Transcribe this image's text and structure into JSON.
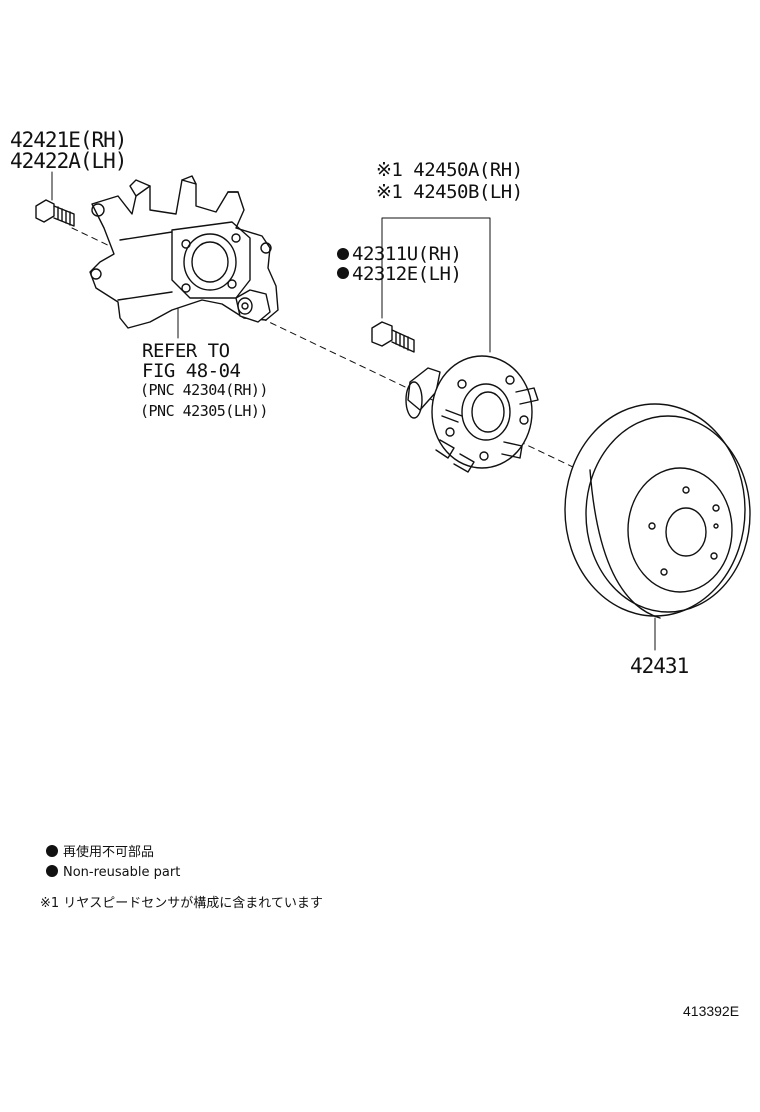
{
  "callouts": {
    "bolt_rh": "42421E(RH)",
    "bolt_lh": "42422A(LH)",
    "hub_rh": "※1 42450A(RH)",
    "hub_lh": "※1 42450B(LH)",
    "hub_bolt_rh": "42311U(RH)",
    "hub_bolt_lh": "42312E(LH)",
    "refer_line1": "REFER TO",
    "refer_line2": "FIG 48-04",
    "pnc_rh": "(PNC 42304(RH))",
    "pnc_lh": "(PNC 42305(LH))",
    "disc": "42431"
  },
  "legend": {
    "non_reusable_jp": "再使用不可部品",
    "non_reusable_en": "Non-reusable part",
    "note_1": "※1 リヤスピードセンサが構成に含まれています"
  },
  "figure_number": "413392E",
  "icons": {
    "non_reusable_marker": "filled-circle-icon"
  },
  "colors": {
    "ink": "#111111",
    "paper": "#ffffff"
  }
}
